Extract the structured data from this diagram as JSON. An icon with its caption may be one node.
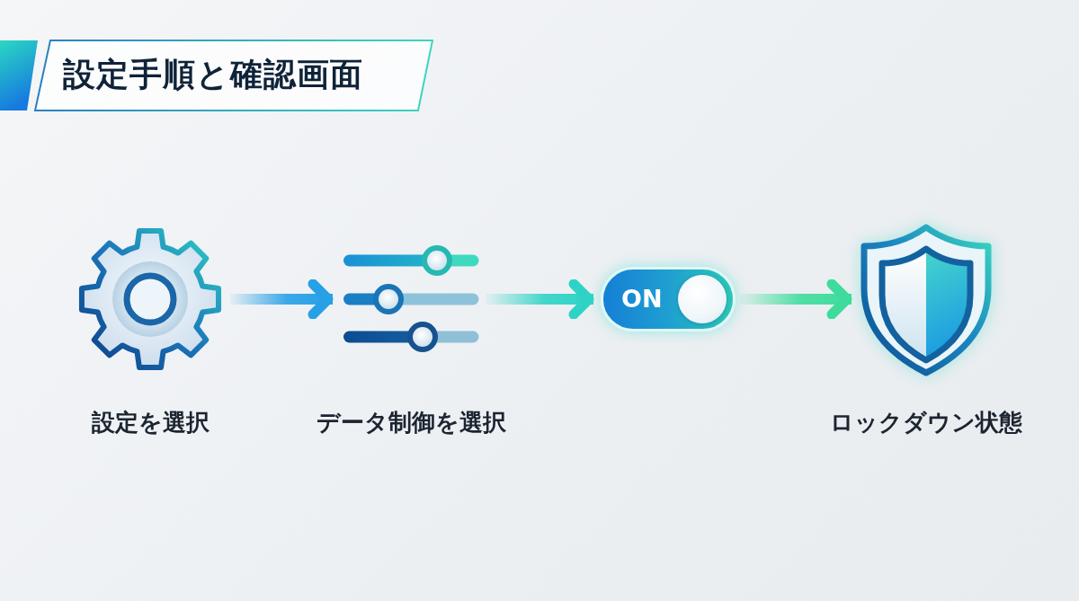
{
  "diagram": {
    "title": "設定手順と確認画面",
    "nodes": [
      {
        "text": [],
        "shape": "gear",
        "beside": [
          "設定を選択"
        ]
      },
      {
        "text": [],
        "shape": "sliders",
        "beside": [
          "データ制御を選択"
        ]
      },
      {
        "text": [
          "ON"
        ]
      },
      {
        "text": [],
        "shape": "shield",
        "beside": [
          "ロックダウン状態"
        ]
      }
    ],
    "edges": [
      {
        "from": 0,
        "to": 1,
        "arrow": "to"
      },
      {
        "from": 1,
        "to": 2,
        "arrow": "to"
      },
      {
        "from": 2,
        "to": 3,
        "arrow": "to"
      }
    ]
  }
}
